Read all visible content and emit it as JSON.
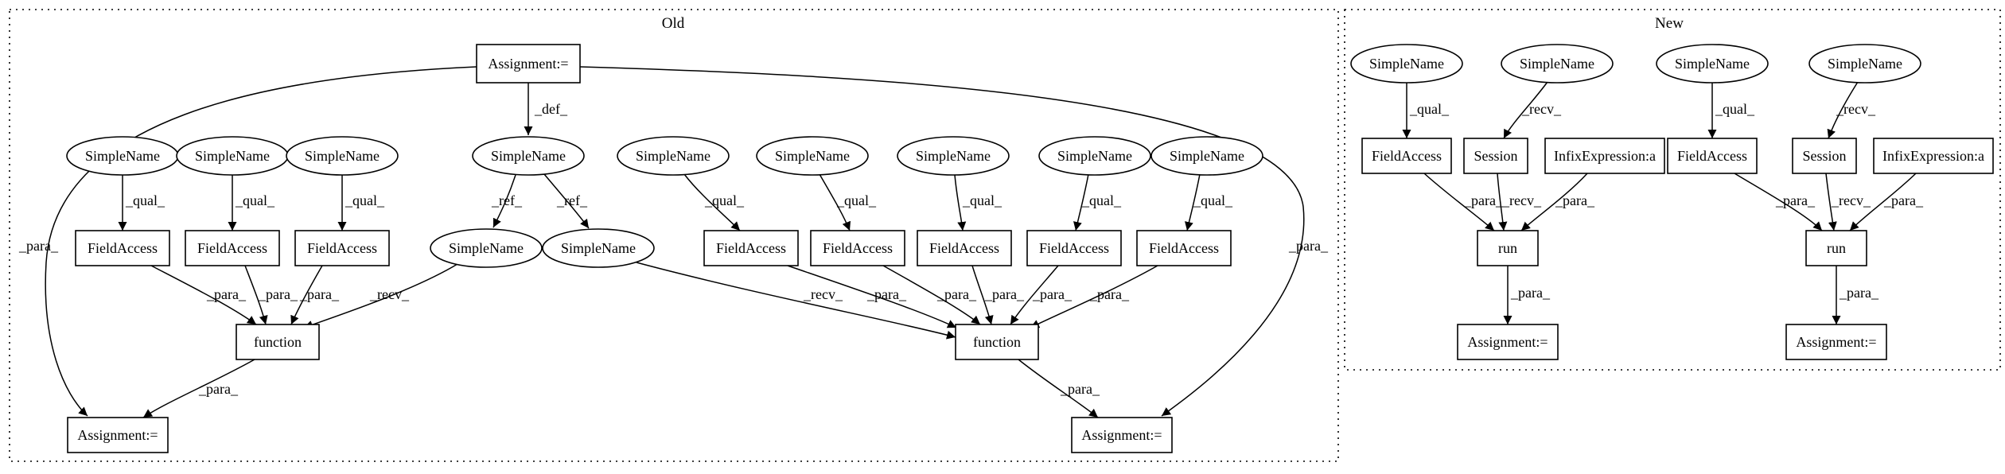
{
  "clusters": [
    {
      "id": "old",
      "label": "Old"
    },
    {
      "id": "new",
      "label": "New"
    }
  ],
  "nodes": [
    {
      "id": "o_asg_top",
      "label": "Assignment:=",
      "shape": "box"
    },
    {
      "id": "o_sn_def",
      "label": "SimpleName",
      "shape": "ellipse"
    },
    {
      "id": "o_sn_q1",
      "label": "SimpleName",
      "shape": "ellipse"
    },
    {
      "id": "o_sn_q2",
      "label": "SimpleName",
      "shape": "ellipse"
    },
    {
      "id": "o_sn_q3",
      "label": "SimpleName",
      "shape": "ellipse"
    },
    {
      "id": "o_sn_q4",
      "label": "SimpleName",
      "shape": "ellipse"
    },
    {
      "id": "o_sn_q5",
      "label": "SimpleName",
      "shape": "ellipse"
    },
    {
      "id": "o_sn_q6",
      "label": "SimpleName",
      "shape": "ellipse"
    },
    {
      "id": "o_sn_q7",
      "label": "SimpleName",
      "shape": "ellipse"
    },
    {
      "id": "o_sn_q8",
      "label": "SimpleName",
      "shape": "ellipse"
    },
    {
      "id": "o_fa1",
      "label": "FieldAccess",
      "shape": "box"
    },
    {
      "id": "o_fa2",
      "label": "FieldAccess",
      "shape": "box"
    },
    {
      "id": "o_fa3",
      "label": "FieldAccess",
      "shape": "box"
    },
    {
      "id": "o_sn_ref1",
      "label": "SimpleName",
      "shape": "ellipse"
    },
    {
      "id": "o_sn_ref2",
      "label": "SimpleName",
      "shape": "ellipse"
    },
    {
      "id": "o_fa4",
      "label": "FieldAccess",
      "shape": "box"
    },
    {
      "id": "o_fa5",
      "label": "FieldAccess",
      "shape": "box"
    },
    {
      "id": "o_fa6",
      "label": "FieldAccess",
      "shape": "box"
    },
    {
      "id": "o_fa7",
      "label": "FieldAccess",
      "shape": "box"
    },
    {
      "id": "o_fa8",
      "label": "FieldAccess",
      "shape": "box"
    },
    {
      "id": "o_fn1",
      "label": "function",
      "shape": "box"
    },
    {
      "id": "o_fn2",
      "label": "function",
      "shape": "box"
    },
    {
      "id": "o_asg_l",
      "label": "Assignment:=",
      "shape": "box"
    },
    {
      "id": "o_asg_r",
      "label": "Assignment:=",
      "shape": "box"
    },
    {
      "id": "n_sn1",
      "label": "SimpleName",
      "shape": "ellipse"
    },
    {
      "id": "n_sn2",
      "label": "SimpleName",
      "shape": "ellipse"
    },
    {
      "id": "n_sn3",
      "label": "SimpleName",
      "shape": "ellipse"
    },
    {
      "id": "n_sn4",
      "label": "SimpleName",
      "shape": "ellipse"
    },
    {
      "id": "n_fa1",
      "label": "FieldAccess",
      "shape": "box"
    },
    {
      "id": "n_ses1",
      "label": "Session",
      "shape": "box"
    },
    {
      "id": "n_inf1",
      "label": "InfixExpression:a",
      "shape": "box"
    },
    {
      "id": "n_fa2",
      "label": "FieldAccess",
      "shape": "box"
    },
    {
      "id": "n_ses2",
      "label": "Session",
      "shape": "box"
    },
    {
      "id": "n_inf2",
      "label": "InfixExpression:a",
      "shape": "box"
    },
    {
      "id": "n_run1",
      "label": "run",
      "shape": "box"
    },
    {
      "id": "n_run2",
      "label": "run",
      "shape": "box"
    },
    {
      "id": "n_asg1",
      "label": "Assignment:=",
      "shape": "box"
    },
    {
      "id": "n_asg2",
      "label": "Assignment:=",
      "shape": "box"
    }
  ],
  "edges": [
    {
      "from": "o_asg_top",
      "to": "o_sn_def",
      "label": "_def_"
    },
    {
      "from": "o_asg_top",
      "to": "o_asg_l",
      "label": "_para_"
    },
    {
      "from": "o_asg_top",
      "to": "o_asg_r",
      "label": "_para_"
    },
    {
      "from": "o_sn_def",
      "to": "o_sn_ref1",
      "label": "_ref_"
    },
    {
      "from": "o_sn_def",
      "to": "o_sn_ref2",
      "label": "_ref_"
    },
    {
      "from": "o_sn_q1",
      "to": "o_fa1",
      "label": "_qual_"
    },
    {
      "from": "o_sn_q2",
      "to": "o_fa2",
      "label": "_qual_"
    },
    {
      "from": "o_sn_q3",
      "to": "o_fa3",
      "label": "_qual_"
    },
    {
      "from": "o_sn_q4",
      "to": "o_fa4",
      "label": "_qual_"
    },
    {
      "from": "o_sn_q5",
      "to": "o_fa5",
      "label": "_qual_"
    },
    {
      "from": "o_sn_q6",
      "to": "o_fa6",
      "label": "_qual_"
    },
    {
      "from": "o_sn_q7",
      "to": "o_fa7",
      "label": "_qual_"
    },
    {
      "from": "o_sn_q8",
      "to": "o_fa8",
      "label": "_qual_"
    },
    {
      "from": "o_fa1",
      "to": "o_fn1",
      "label": "_para_"
    },
    {
      "from": "o_fa2",
      "to": "o_fn1",
      "label": "_para_"
    },
    {
      "from": "o_fa3",
      "to": "o_fn1",
      "label": "_para_"
    },
    {
      "from": "o_sn_ref1",
      "to": "o_fn1",
      "label": "_recv_"
    },
    {
      "from": "o_sn_ref2",
      "to": "o_fn2",
      "label": "_recv_"
    },
    {
      "from": "o_fa4",
      "to": "o_fn2",
      "label": "_para_"
    },
    {
      "from": "o_fa5",
      "to": "o_fn2",
      "label": "_para_"
    },
    {
      "from": "o_fa6",
      "to": "o_fn2",
      "label": "_para_"
    },
    {
      "from": "o_fa7",
      "to": "o_fn2",
      "label": "_para_"
    },
    {
      "from": "o_fa8",
      "to": "o_fn2",
      "label": "_para_"
    },
    {
      "from": "o_fn1",
      "to": "o_asg_l",
      "label": "_para_"
    },
    {
      "from": "o_fn2",
      "to": "o_asg_r",
      "label": "_para_"
    },
    {
      "from": "n_sn1",
      "to": "n_fa1",
      "label": "_qual_"
    },
    {
      "from": "n_sn2",
      "to": "n_ses1",
      "label": "_recv_"
    },
    {
      "from": "n_fa1",
      "to": "n_run1",
      "label": "_para_"
    },
    {
      "from": "n_ses1",
      "to": "n_run1",
      "label": "_recv_"
    },
    {
      "from": "n_inf1",
      "to": "n_run1",
      "label": "_para_"
    },
    {
      "from": "n_run1",
      "to": "n_asg1",
      "label": "_para_"
    },
    {
      "from": "n_sn3",
      "to": "n_fa2",
      "label": "_qual_"
    },
    {
      "from": "n_sn4",
      "to": "n_ses2",
      "label": "_recv_"
    },
    {
      "from": "n_fa2",
      "to": "n_run2",
      "label": "_para_"
    },
    {
      "from": "n_ses2",
      "to": "n_run2",
      "label": "_recv_"
    },
    {
      "from": "n_inf2",
      "to": "n_run2",
      "label": "_para_"
    },
    {
      "from": "n_run2",
      "to": "n_asg2",
      "label": "_para_"
    }
  ]
}
